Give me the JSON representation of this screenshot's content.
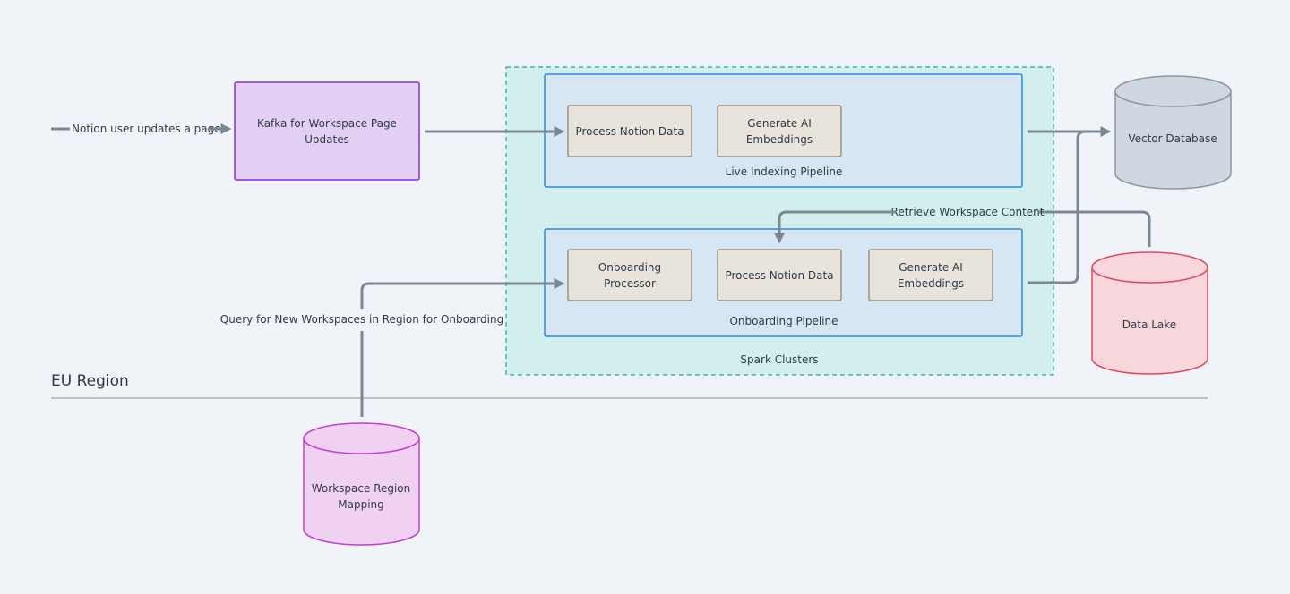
{
  "colors": {
    "background": "#f0f4f8",
    "edge": "#7b8794",
    "kafka": "#e3cff3",
    "spark": "#d2efee",
    "pipeline": "#d6e6f5",
    "step": "#e8e4dc",
    "vector_db": "#cfd8e0",
    "data_lake": "#f8d7dc",
    "region_mapping": "#f0d0f3"
  },
  "edges": {
    "user_update": "Notion user updates a page",
    "retrieve": "Retrieve Workspace Content",
    "query": "Query for New Workspaces in Region for Onboarding"
  },
  "kafka": {
    "line1": "Kafka for Workspace Page",
    "line2": "Updates"
  },
  "spark": {
    "label": "Spark Clusters"
  },
  "live_pipeline": {
    "label": "Live Indexing Pipeline",
    "steps": [
      {
        "line1": "Process Notion Data"
      },
      {
        "line1": "Generate AI",
        "line2": "Embeddings"
      }
    ]
  },
  "onboarding_pipeline": {
    "label": "Onboarding Pipeline",
    "steps": [
      {
        "line1": "Onboarding",
        "line2": "Processor"
      },
      {
        "line1": "Process Notion Data"
      },
      {
        "line1": "Generate AI",
        "line2": "Embeddings"
      }
    ]
  },
  "vector_db": {
    "label": "Vector Database"
  },
  "data_lake": {
    "label": "Data Lake"
  },
  "region": {
    "label": "EU Region"
  },
  "region_mapping": {
    "line1": "Workspace Region",
    "line2": "Mapping"
  }
}
